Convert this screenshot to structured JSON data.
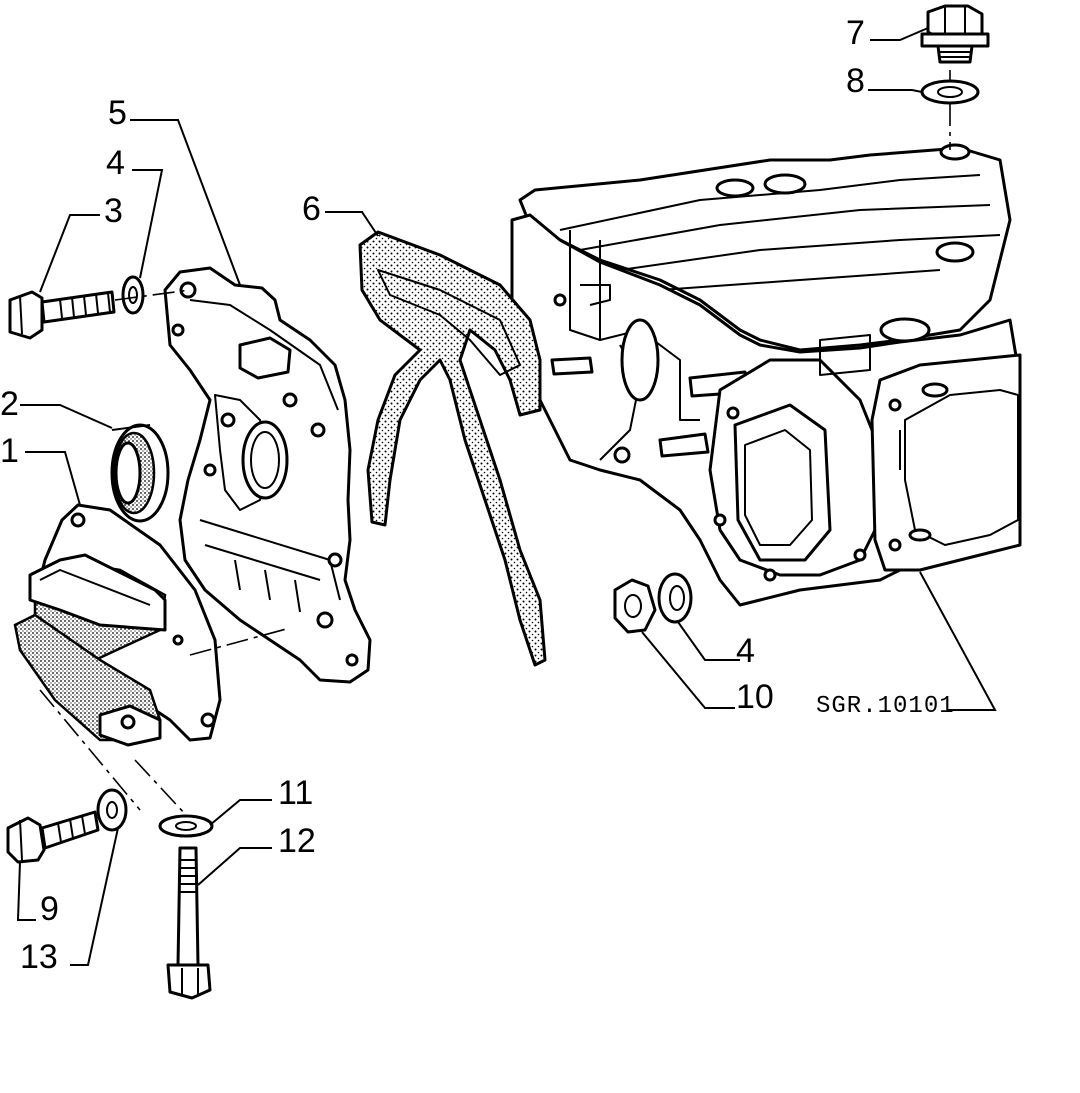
{
  "diagram": {
    "reference_code": "SGR.10101",
    "callouts": [
      {
        "id": "c1",
        "label": "1"
      },
      {
        "id": "c2",
        "label": "2"
      },
      {
        "id": "c3",
        "label": "3"
      },
      {
        "id": "c4a",
        "label": "4"
      },
      {
        "id": "c4b",
        "label": "4"
      },
      {
        "id": "c5",
        "label": "5"
      },
      {
        "id": "c6",
        "label": "6"
      },
      {
        "id": "c7",
        "label": "7"
      },
      {
        "id": "c8",
        "label": "8"
      },
      {
        "id": "c9",
        "label": "9"
      },
      {
        "id": "c10",
        "label": "10"
      },
      {
        "id": "c11",
        "label": "11"
      },
      {
        "id": "c12",
        "label": "12"
      },
      {
        "id": "c13",
        "label": "13"
      }
    ]
  }
}
